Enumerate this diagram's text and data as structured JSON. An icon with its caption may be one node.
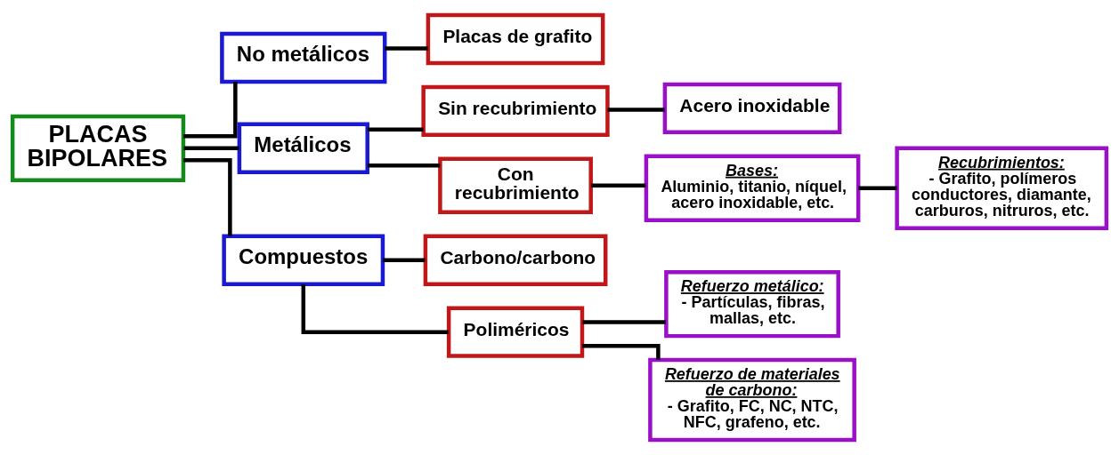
{
  "diagram": {
    "nodes": [
      {
        "text": [
          "PLACAS BIPOLARES"
        ]
      },
      {
        "text": [
          "No metálicos"
        ]
      },
      {
        "text": [
          "Placas de grafito"
        ]
      },
      {
        "text": [
          "Metálicos"
        ]
      },
      {
        "text": [
          "Sin recubrimiento"
        ]
      },
      {
        "text": [
          "Acero inoxidable"
        ]
      },
      {
        "text": [
          "Con recubrimiento"
        ]
      },
      {
        "text": [
          "Bases:",
          "Aluminio, titanio, níquel, acero inoxidable, etc."
        ]
      },
      {
        "text": [
          "Recubrimientos:",
          "- Grafito, polímeros conductores, diamante, carburos, nitruros, etc."
        ]
      },
      {
        "text": [
          "Compuestos"
        ]
      },
      {
        "text": [
          "Carbono/carbono"
        ]
      },
      {
        "text": [
          "Poliméricos"
        ]
      },
      {
        "text": [
          "Refuerzo metálico:",
          "- Partículas, fibras, mallas, etc."
        ]
      },
      {
        "text": [
          "Refuerzo de materiales de carbono:",
          "- Grafito, FC, NC, NTC, NFC, grafeno, etc."
        ]
      }
    ],
    "edges": [
      {
        "from": 0,
        "to": 1,
        "arrow": "none"
      },
      {
        "from": 0,
        "to": 3,
        "arrow": "none"
      },
      {
        "from": 0,
        "to": 9,
        "arrow": "none"
      },
      {
        "from": 1,
        "to": 2,
        "arrow": "none"
      },
      {
        "from": 3,
        "to": 4,
        "arrow": "none"
      },
      {
        "from": 3,
        "to": 6,
        "arrow": "none"
      },
      {
        "from": 4,
        "to": 5,
        "arrow": "none"
      },
      {
        "from": 6,
        "to": 7,
        "arrow": "none"
      },
      {
        "from": 7,
        "to": 8,
        "arrow": "none"
      },
      {
        "from": 9,
        "to": 10,
        "arrow": "none"
      },
      {
        "from": 9,
        "to": 11,
        "arrow": "none"
      },
      {
        "from": 11,
        "to": 12,
        "arrow": "none"
      },
      {
        "from": 11,
        "to": 13,
        "arrow": "none"
      }
    ]
  }
}
